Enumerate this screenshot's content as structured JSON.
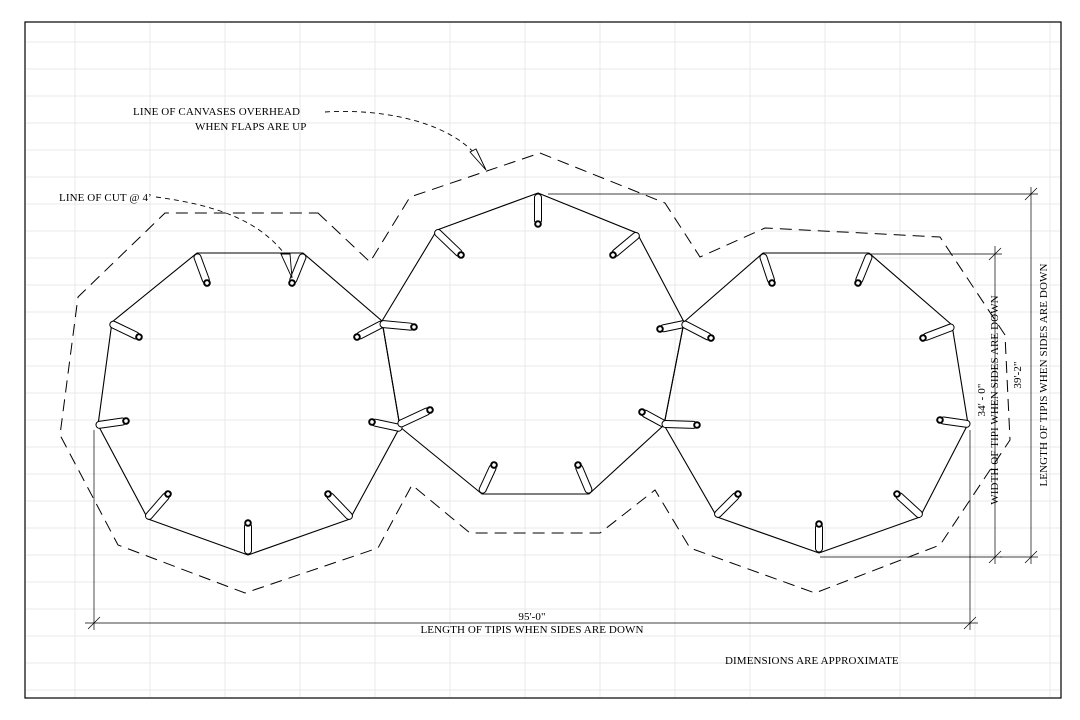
{
  "annotations": {
    "canvases_line1": "LINE OF CANVASES OVERHEAD",
    "canvases_line2": "WHEN FLAPS ARE UP",
    "cut": "LINE OF CUT @ 4’",
    "approx": "DIMENSIONS ARE APPROXIMATE"
  },
  "dimensions": {
    "length_value": "95'-0\"",
    "length_label": "LENGTH OF TIPIS WHEN SIDES ARE DOWN",
    "width_value": "34' - 0\"",
    "width_label": "WIDTH OF TIPI WHEN SIDES ARE DOWN",
    "length2_value": "39'-2\"",
    "length2_label": "LENGTH OF TIPIS WHEN SIDES ARE DOWN"
  },
  "colors": {
    "line": "#000000",
    "paper": "#ffffff",
    "grid": "#e9e9e9"
  }
}
